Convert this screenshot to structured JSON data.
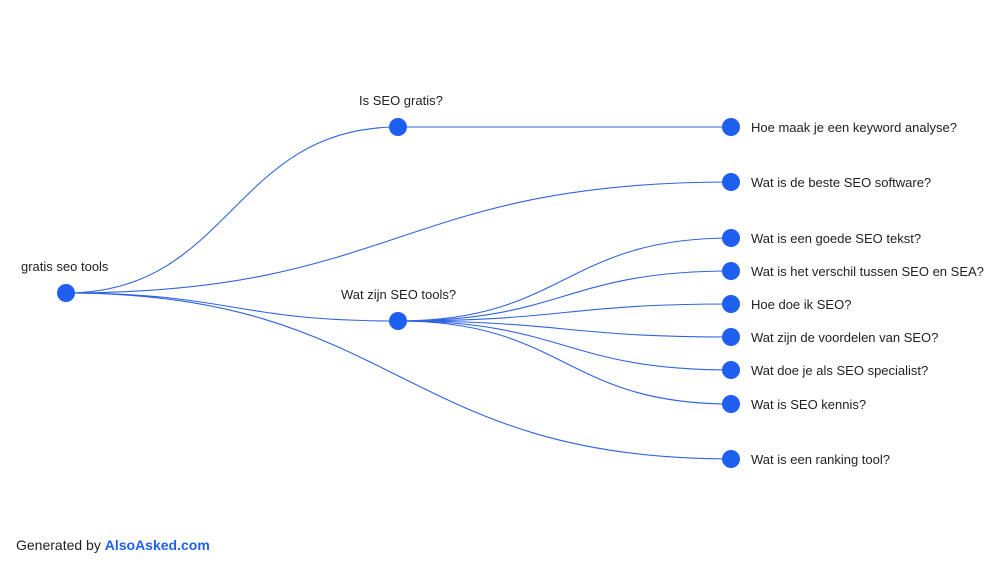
{
  "colors": {
    "node": "#1f5ff0",
    "edge": "#2f63e0",
    "link": "#1f5ff0"
  },
  "tree": {
    "root": {
      "label": "gratis seo tools"
    },
    "branches": [
      {
        "label": "Is SEO gratis?",
        "children": [
          "Hoe maak je een keyword analyse?"
        ]
      },
      {
        "label": "Wat zijn SEO tools?",
        "children": [
          "Wat is een goede SEO tekst?",
          "Wat is het verschil tussen SEO en SEA?",
          "Hoe doe ik SEO?",
          "Wat zijn de voordelen van SEO?",
          "Wat doe je als SEO specialist?",
          "Wat is SEO kennis?"
        ]
      }
    ],
    "direct_leaves": [
      "Wat is de beste SEO software?",
      "Wat is een ranking tool?"
    ]
  },
  "footer": {
    "prefix": "Generated by ",
    "link_text": "AlsoAsked.com"
  }
}
